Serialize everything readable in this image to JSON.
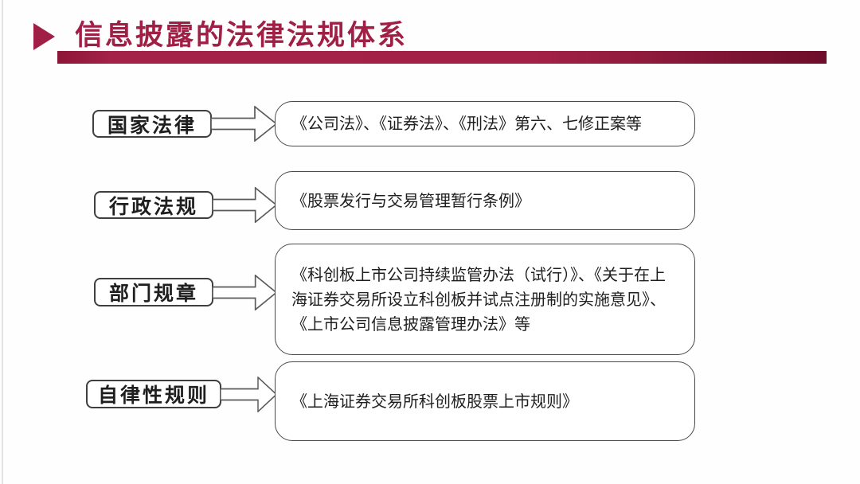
{
  "slide": {
    "title": "信息披露的法律法规体系",
    "colors": {
      "accent": "#a01f45",
      "bar_start": "#a42248",
      "bar_end": "#6d0e2a",
      "box_border": "#4a4a4a",
      "text": "#1f1f1f",
      "background": "#ffffff"
    },
    "icons": {
      "title_bullet": "right-triangle",
      "row_connector": "block-arrow-right"
    }
  },
  "diagram": {
    "rows": [
      {
        "label": "国家法律",
        "content": "《公司法》、《证券法》、《刑法》第六、七修正案等"
      },
      {
        "label": "行政法规",
        "content": "《股票发行与交易管理暂行条例》"
      },
      {
        "label": "部门规章",
        "content": "《科创板上市公司持续监管办法（试行）》、《关于在上海证券交易所设立科创板并试点注册制的实施意见》、《上市公司信息披露管理办法》等"
      },
      {
        "label": "自律性规则",
        "content": "《上海证券交易所科创板股票上市规则》"
      }
    ]
  }
}
